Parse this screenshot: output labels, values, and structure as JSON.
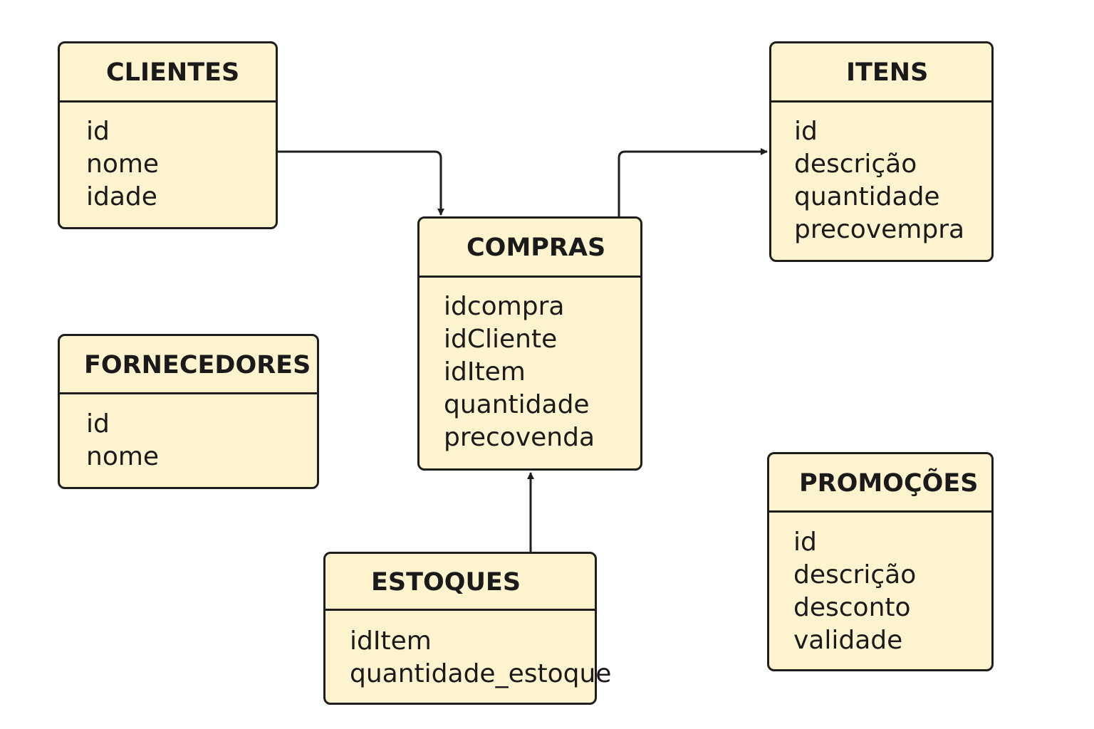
{
  "colors": {
    "fill": "#fdf3cf",
    "stroke": "#1e1e1e",
    "background": "#ffffff"
  },
  "entities": {
    "clientes": {
      "title": "CLIENTES",
      "attributes": [
        "id",
        "nome",
        "idade"
      ]
    },
    "itens": {
      "title": "ITENS",
      "attributes": [
        "id",
        "descrição",
        "quantidade",
        "precovempra"
      ]
    },
    "compras": {
      "title": "COMPRAS",
      "attributes": [
        "idcompra",
        "idCliente",
        "idItem",
        "quantidade",
        "precovenda"
      ]
    },
    "fornecedores": {
      "title": "FORNECEDORES",
      "attributes": [
        "id",
        "nome"
      ]
    },
    "estoques": {
      "title": "ESTOQUES",
      "attributes": [
        "idItem",
        "quantidade_estoque"
      ]
    },
    "promocoes": {
      "title": "PROMOÇÕES",
      "attributes": [
        "id",
        "descrição",
        "desconto",
        "validade"
      ]
    }
  },
  "relationships": [
    {
      "from": "clientes",
      "to": "compras"
    },
    {
      "from": "compras",
      "to": "itens"
    },
    {
      "from": "estoques",
      "to": "compras"
    }
  ]
}
